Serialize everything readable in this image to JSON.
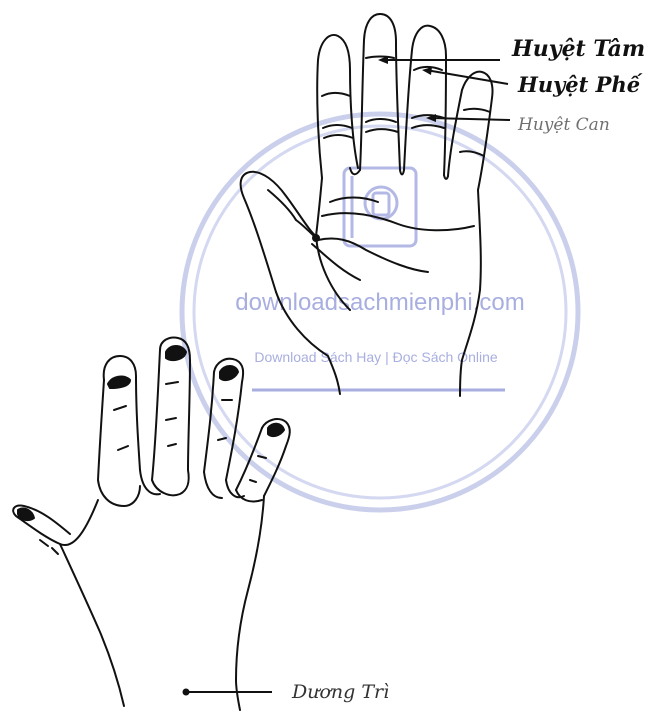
{
  "labels": {
    "huyet_tam": "Huyệt Tâm",
    "huyet_phe": "Huyệt Phế",
    "huyet_can": "Huyệt Can",
    "duong_tri": "Dương Trì"
  },
  "watermark": {
    "site": "downloadsachmienphi.com",
    "tagline": "Download Sách Hay | Đọc Sách Online",
    "color": "#8b94d6"
  }
}
